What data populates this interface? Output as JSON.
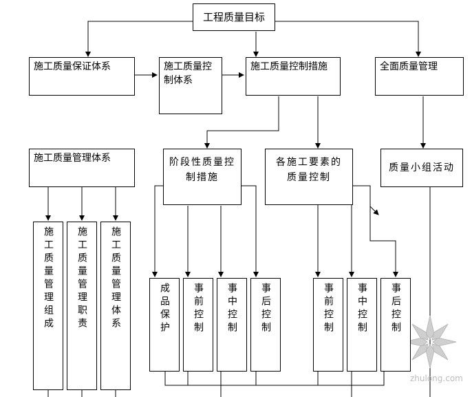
{
  "nodes": {
    "goal": "工程质量目标",
    "assurance_system": "施工质量保证体系",
    "control_system": "施工质量控制体系",
    "control_measures": "施工质量控制措施",
    "total_management": "全面质量管理",
    "management_system": "施工质量管理体系",
    "stage_measures": "阶段性质量控制措施",
    "element_control": "各施工要素的质量控制",
    "group_activity": "质量小组活动",
    "mgmt_org": "施工质量管理组成",
    "mgmt_duty": "施工质量管理职责",
    "mgmt_sys": "施工质量管理体系",
    "product_protect": "成品保护",
    "pre_control_1": "事前控制",
    "mid_control_1": "事中控制",
    "post_control_1": "事后控制",
    "pre_control_2": "事前控制",
    "mid_control_2": "事中控制",
    "post_control_2": "事后控制"
  },
  "watermark": {
    "text": "zhulong.com"
  }
}
